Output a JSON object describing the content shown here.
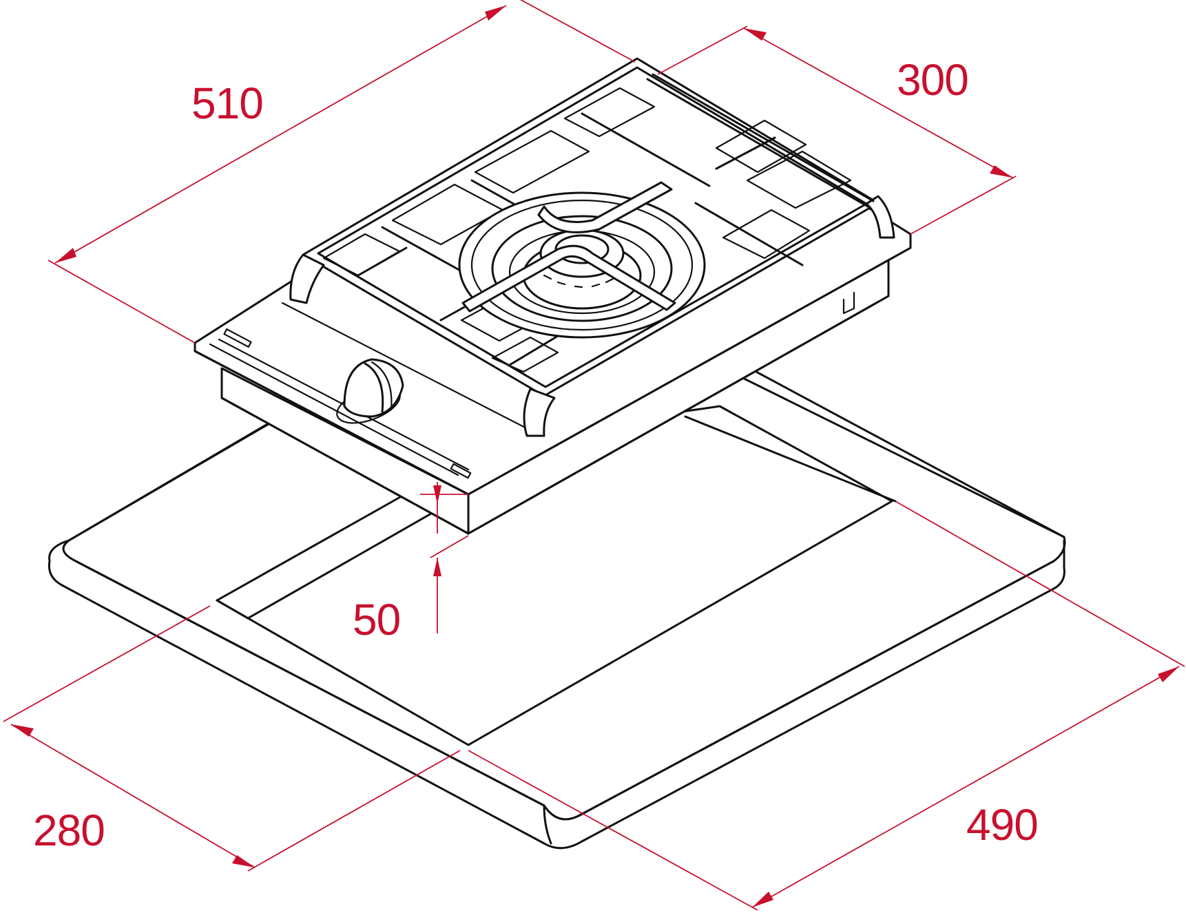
{
  "diagram": {
    "colors": {
      "line": "#111111",
      "dimension": "#c8102e",
      "background": "#ffffff"
    },
    "dimensions": {
      "overall_length": "510",
      "overall_width": "300",
      "depth": "50",
      "cutout_width": "280",
      "cutout_length": "490"
    }
  }
}
